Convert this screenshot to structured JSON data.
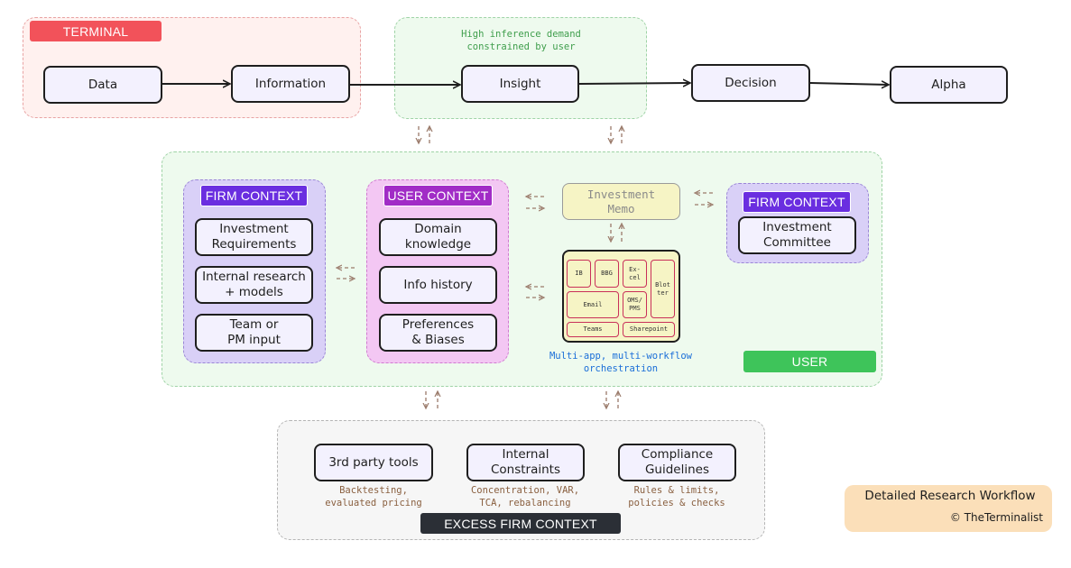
{
  "top_flow": {
    "terminal_tag": "TERMINAL",
    "demand_note": "High inference demand\nconstrained by user",
    "nodes": [
      "Data",
      "Information",
      "Insight",
      "Decision",
      "Alpha"
    ]
  },
  "user_panel": {
    "firm_context_left": {
      "tag": "FIRM CONTEXT",
      "items": [
        "Investment\nRequirements",
        "Internal research\n+ models",
        "Team or\nPM input"
      ]
    },
    "user_context": {
      "tag": "USER CONTEXT",
      "items": [
        "Domain\nknowledge",
        "Info history",
        "Preferences\n& Biases"
      ]
    },
    "investment_memo": "Investment\nMemo",
    "apps": {
      "ib": "IB",
      "bbg": "BBG",
      "excel": "Ex-\ncel",
      "blotter": "Blot\nter",
      "email": "Email",
      "oms": "OMS/\nPMS",
      "teams": "Teams",
      "sharepoint": "Sharepoint"
    },
    "orchestration_note": "Multi-app, multi-workflow\norchestration",
    "firm_context_right": {
      "tag": "FIRM CONTEXT",
      "items": [
        "Investment\nCommittee"
      ]
    },
    "user_tag": "USER"
  },
  "excess_firm_context": {
    "tag": "EXCESS FIRM CONTEXT",
    "items": [
      {
        "label": "3rd party tools",
        "note": "Backtesting,\nevaluated pricing"
      },
      {
        "label": "Internal\nConstraints",
        "note": "Concentration, VAR,\nTCA, rebalancing"
      },
      {
        "label": "Compliance\nGuidelines",
        "note": "Rules & limits,\npolicies & checks"
      }
    ]
  },
  "credit": {
    "title": "Detailed Research Workflow",
    "author": "© TheTerminalist"
  },
  "colors": {
    "terminal_red": "#f2525a",
    "firm_context_purple": "#6a2ee0",
    "user_context_magenta": "#a12cc6",
    "user_green": "#3ec45a",
    "excess_dark": "#2b2f36",
    "orchestration_blue": "#1a6ed8",
    "note_brown": "#8a6040",
    "arrow_brown": "#9a7a6a"
  }
}
